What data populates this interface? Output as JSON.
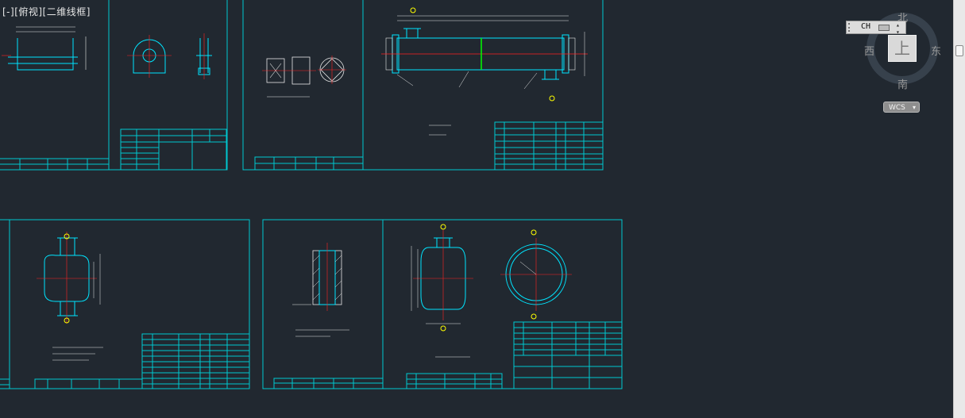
{
  "viewport": {
    "label": "[-][俯视][二维线框]"
  },
  "navigation": {
    "compass": {
      "north": "北",
      "east": "东",
      "south": "南",
      "west": "西"
    },
    "cube_face": "上",
    "wcs_label": "WCS",
    "wcs_menu_icon": "chevron-down-icon"
  },
  "language_bar": {
    "code": "CH",
    "keyboard_icon": "keyboard-icon",
    "menu_icon": "chevron-down-icon"
  },
  "colors": {
    "background": "#212830",
    "frame": "#00c8d0",
    "geometry": "#00e5ff",
    "centerline": "#ff2020",
    "dimension": "#e8e8e8",
    "balloon": "#ffff00",
    "weld": "#00ff00"
  }
}
